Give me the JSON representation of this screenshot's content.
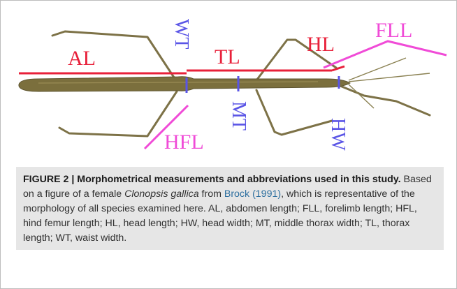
{
  "figure": {
    "labels": {
      "al": "AL",
      "wt": "WT",
      "tl": "TL",
      "hl": "HL",
      "fll": "FLL",
      "mt": "MT",
      "hfl": "HFL",
      "hw": "HW"
    },
    "colors": {
      "length_line": "#e8203a",
      "width_line": "#5a55e6",
      "limb_line": "#f04bd7",
      "insect_body": "#7b6f3d"
    }
  },
  "caption": {
    "title": "FIGURE 2 | Morphometrical measurements and abbreviations used in this study.",
    "text_before_species": " Based on a figure of a female ",
    "species": "Clonopsis gallica",
    "text_from": " from ",
    "citation": "Brock (1991)",
    "text_after_citation": ", which is representative of the morphology of all species examined here. AL, abdomen length; FLL, forelimb length; HFL, hind femur length; HL, head length; HW, head width; MT, middle thorax width; TL, thorax length; WT, waist width."
  }
}
